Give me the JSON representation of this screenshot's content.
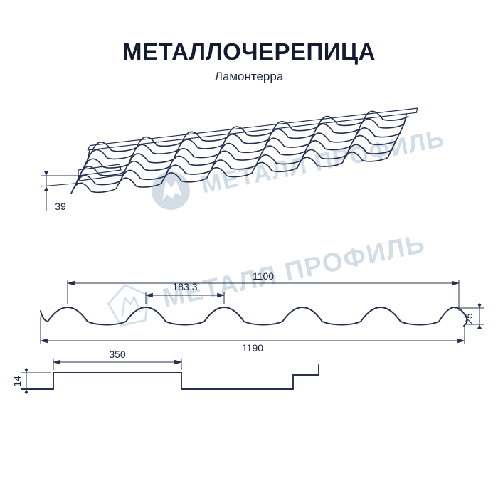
{
  "meta": {
    "background": "#ffffff",
    "line_color": "#253050",
    "text_color": "#1b2440",
    "watermark_color": "#c8d5e0"
  },
  "header": {
    "title": "МЕТАЛЛОЧЕРЕПИЦА",
    "subtitle": "Ламонтерра"
  },
  "watermark": {
    "brand": "МЕТАЛЛ ПРОФИЛЬ"
  },
  "views": {
    "perspective": {
      "dims": {
        "edge_height": "39"
      }
    },
    "cross_section": {
      "dims": {
        "cover_width": "1100",
        "wave_pitch": "183.3",
        "profile_height": "25",
        "full_width": "1190"
      }
    },
    "longitudinal": {
      "dims": {
        "module_length": "350",
        "step_height": "14"
      }
    }
  }
}
